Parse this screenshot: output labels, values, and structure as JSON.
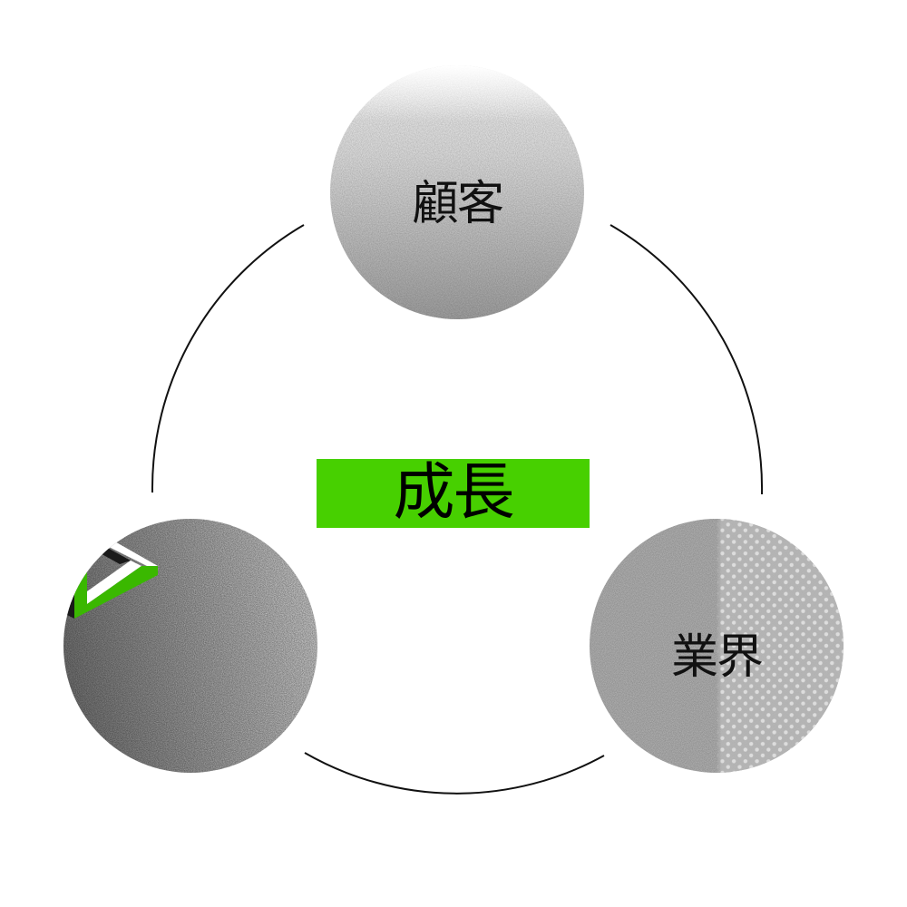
{
  "diagram": {
    "center": {
      "label": "成長",
      "background": "#47d000"
    },
    "nodes": [
      {
        "id": "top",
        "label": "顧客",
        "fill": "light-gray-noise-gradient"
      },
      {
        "id": "left",
        "label": "",
        "icon": "impossible-triangle-logo-icon",
        "fill": "gray-noise-gradient"
      },
      {
        "id": "right",
        "label": "業界",
        "fill": "halftone-gray-texture"
      }
    ],
    "cycle_ring": {
      "stroke": "#111111",
      "segments": 3
    },
    "colors": {
      "accent_green": "#47d000",
      "logo_green": "#3ab800",
      "logo_black": "#1a1a1a",
      "logo_white": "#ffffff"
    }
  }
}
